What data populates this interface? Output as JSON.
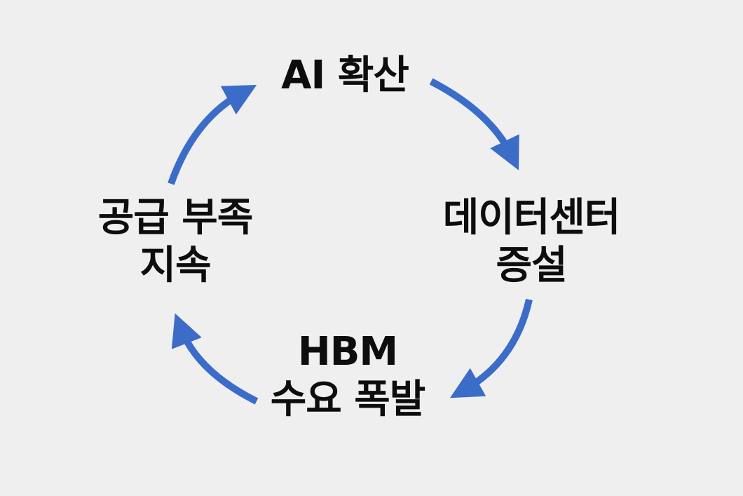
{
  "diagram": {
    "arrow_color": "#3a6cc8",
    "nodes": [
      {
        "lines": [
          "AI 확산"
        ]
      },
      {
        "lines": [
          "데이터센터",
          "증설"
        ]
      },
      {
        "lines": [
          "HBM",
          "수요 폭발"
        ]
      },
      {
        "lines": [
          "공급 부족",
          "지속"
        ]
      }
    ]
  }
}
